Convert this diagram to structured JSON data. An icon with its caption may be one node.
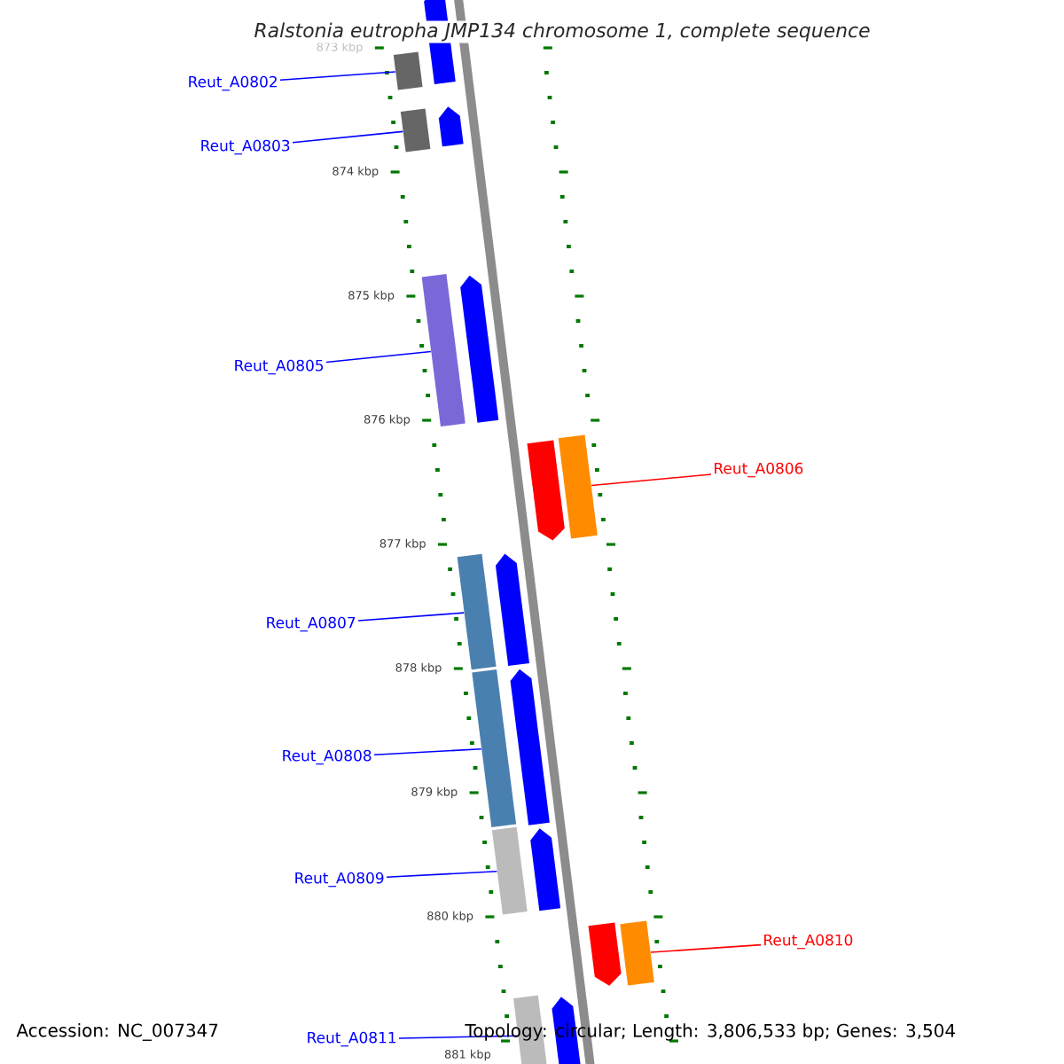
{
  "diagram": {
    "title": "Ralstonia eutropha JMP134 chromosome 1, complete sequence",
    "nodes": [
      {
        "text": [
          "Reut_A0802"
        ]
      },
      {
        "text": [
          "Reut_A0803"
        ]
      },
      {
        "text": [
          "Reut_A0805"
        ]
      },
      {
        "text": [
          "Reut_A0806"
        ]
      },
      {
        "text": [
          "Reut_A0807"
        ]
      },
      {
        "text": [
          "Reut_A0808"
        ]
      },
      {
        "text": [
          "Reut_A0809"
        ]
      },
      {
        "text": [
          "Reut_A0810"
        ]
      },
      {
        "text": [
          "Reut_A0811"
        ]
      },
      {
        "text": [],
        "shape": "bar"
      },
      {
        "text": [],
        "shape": "bar"
      },
      {
        "text": [],
        "shape": "bar"
      },
      {
        "text": [],
        "shape": "bar"
      },
      {
        "text": [],
        "shape": "bar"
      },
      {
        "text": [],
        "shape": "bar"
      },
      {
        "text": [],
        "shape": "bar"
      },
      {
        "text": [],
        "shape": "bar"
      },
      {
        "text": [],
        "shape": "bar"
      },
      {
        "text": [],
        "shape": "arrow"
      },
      {
        "text": [],
        "shape": "arrow"
      },
      {
        "text": [],
        "shape": "arrow"
      },
      {
        "text": [],
        "shape": "arrow"
      },
      {
        "text": [],
        "shape": "arrow"
      },
      {
        "text": [],
        "shape": "arrow"
      },
      {
        "text": [],
        "shape": "arrow"
      },
      {
        "text": [],
        "shape": "arrow"
      },
      {
        "text": [],
        "shape": "arrow"
      }
    ],
    "edges": [
      {
        "from": 0,
        "to": 9,
        "arrow": "none"
      },
      {
        "from": 1,
        "to": 10,
        "arrow": "none"
      },
      {
        "from": 2,
        "to": 11,
        "arrow": "none"
      },
      {
        "from": 3,
        "to": 12,
        "arrow": "none",
        "color": "#ff0000"
      },
      {
        "from": 4,
        "to": 13,
        "arrow": "none"
      },
      {
        "from": 5,
        "to": 14,
        "arrow": "none"
      },
      {
        "from": 6,
        "to": 15,
        "arrow": "none"
      },
      {
        "from": 7,
        "to": 16,
        "arrow": "none",
        "color": "#ff0000"
      },
      {
        "from": 8,
        "to": 17,
        "arrow": "none"
      }
    ],
    "labels": [
      "873 kbp",
      "874 kbp",
      "875 kbp",
      "876 kbp",
      "877 kbp",
      "878 kbp",
      "879 kbp",
      "880 kbp",
      "881 kbp",
      "Accession: NC_007347",
      "Topology: circular; Length: 3,806,533 bp; Genes: 3,504"
    ]
  }
}
